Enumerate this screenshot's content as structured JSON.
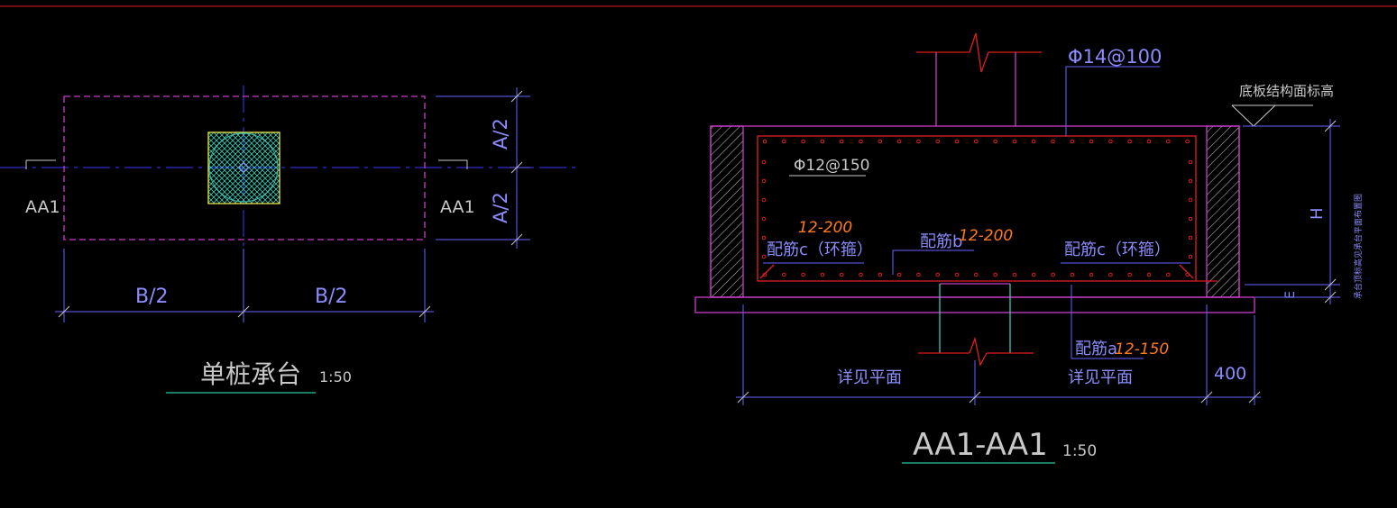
{
  "colors": {
    "background": "#000000",
    "outline_magenta": "#c83cc8",
    "dimension_blue": "#6464ff",
    "centerline_blue": "#3a3aff",
    "pile_yellow": "#e8e84a",
    "pile_hatch_cyan": "#3cc8b4",
    "rebar_red": "#e01e1e",
    "annotation_orange": "#ff7a1a",
    "text_white": "#c8c8c8",
    "label_blue": "#8c8cff",
    "title_underline": "#20c8a0",
    "top_border_red": "#b4141e"
  },
  "plan_view": {
    "section_marker_left": "AA1",
    "section_marker_right": "AA1",
    "dim_a_upper": "A/2",
    "dim_a_lower": "A/2",
    "dim_b_left": "B/2",
    "dim_b_right": "B/2",
    "title": "单桩承台",
    "scale": "1:50"
  },
  "section_view": {
    "rebar_top_label": "Φ14@100",
    "elevation_label": "底板结构面标高",
    "rebar_mid_label": "Φ12@150",
    "rebar_c_left": "配筋c（环箍）",
    "rebar_b": "配筋b",
    "rebar_c_right": "配筋c（环箍）",
    "rebar_a": "配筋a",
    "annot_c": "12-200",
    "annot_b": "12-200",
    "annot_a": "12-150",
    "dim_h": "H",
    "dim_e": "E",
    "vertical_note": "承台顶标高见承台平面布置图",
    "dim_left": "详见平面",
    "dim_right": "详见平面",
    "dim_400": "400",
    "title": "AA1-AA1",
    "scale": "1:50"
  }
}
